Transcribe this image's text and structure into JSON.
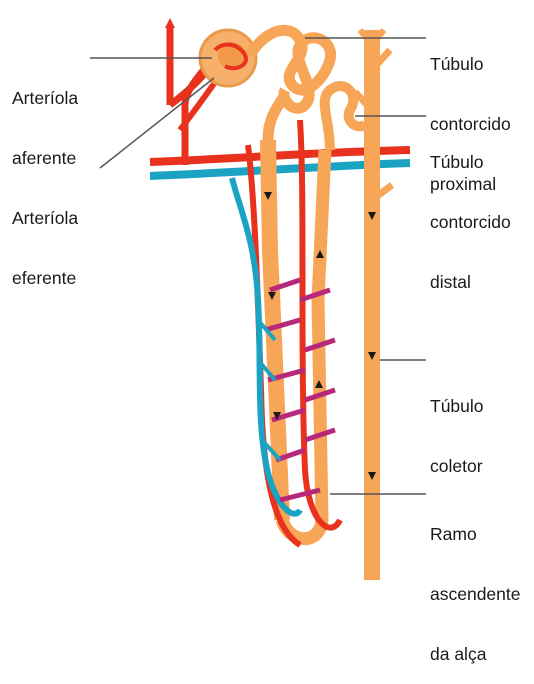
{
  "labels": {
    "arteriola_aferente": [
      "Arteríola",
      "aferente"
    ],
    "arteriola_eferente": [
      "Arteríola",
      "eferente"
    ],
    "tubulo_contorcido_proximal": [
      "Túbulo",
      "contorcido",
      "proximal"
    ],
    "tubulo_contorcido_distal": [
      "Túbulo",
      "contorcido",
      "distal"
    ],
    "tubulo_coletor": [
      "Túbulo",
      "coletor"
    ],
    "ramo_ascendente_alca": [
      "Ramo",
      "ascendente",
      "da alça"
    ]
  },
  "colors": {
    "artery": "#e8321e",
    "vein": "#1ba3c4",
    "tubule": "#f7a657",
    "tubule_dark": "#e07b2a",
    "capillary_mix": "#b8287a",
    "leader_line": "#555555"
  }
}
